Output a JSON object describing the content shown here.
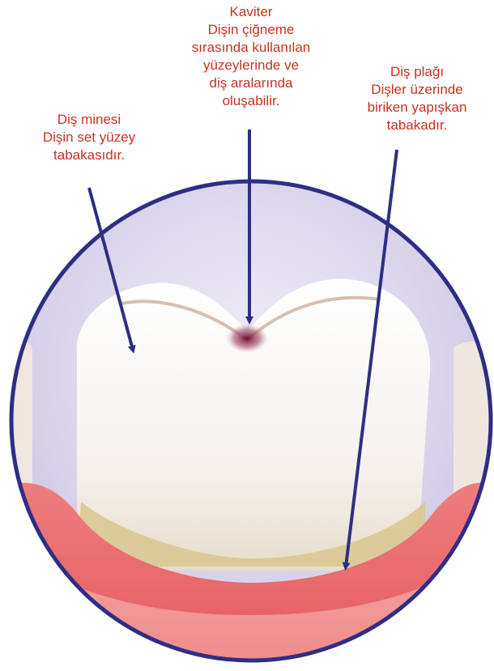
{
  "labels": {
    "kaviter": {
      "title": "Kaviter",
      "lines": [
        "Dişin çiğneme",
        "sırasında kullanılan",
        "yüzeylerinde ve",
        "diş aralarında",
        "oluşabilir."
      ]
    },
    "mine": {
      "title": "Diş minesi",
      "lines": [
        "Dişin set yüzey",
        "tabakasıdır."
      ]
    },
    "plak": {
      "title": "Diş plağı",
      "lines": [
        "Dişler üzerinde",
        "biriken yapışkan",
        "tabakadır."
      ]
    }
  },
  "colors": {
    "label_text": "#c8321e",
    "arrow": "#2e2e86",
    "circle_border": "#2e2e86",
    "gum": "#e85b5f",
    "enamel": "#f4f0ec",
    "plaque": "#d7c48a",
    "cavity": "#7d1f40"
  }
}
